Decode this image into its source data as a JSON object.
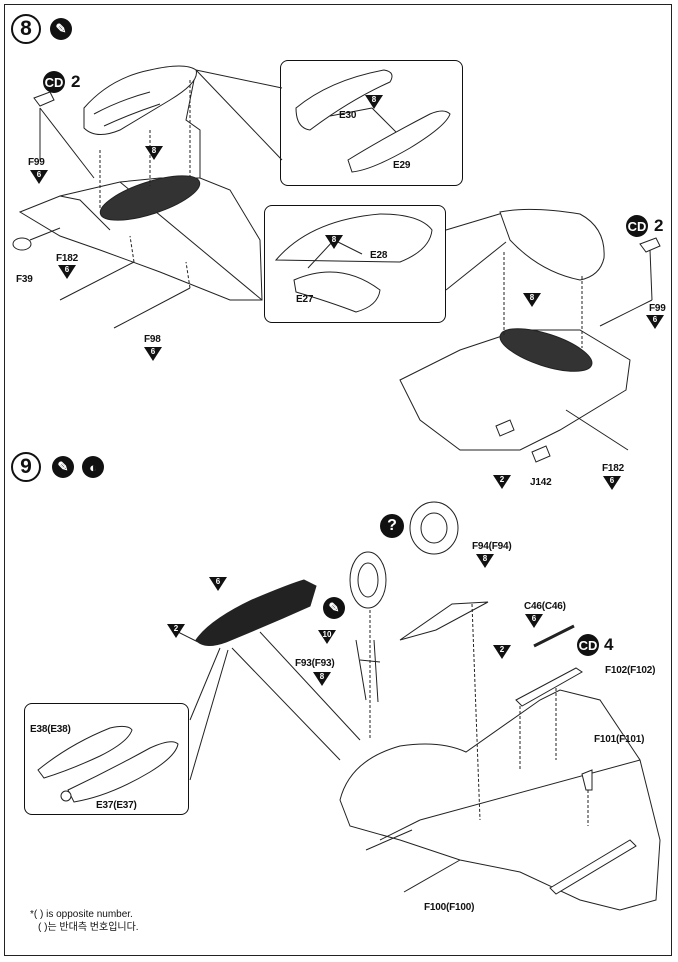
{
  "steps": [
    {
      "number": "8",
      "qty_left": "2",
      "qty_right": "2"
    },
    {
      "number": "9",
      "qty": "4"
    }
  ],
  "parts": {
    "F99_left": "F99",
    "F182_left": "F182",
    "F39": "F39",
    "F98": "F98",
    "E30": "E30",
    "E29": "E29",
    "E28": "E28",
    "E27": "E27",
    "F99_right": "F99",
    "J142": "J142",
    "F182_right": "F182",
    "F94": "F94(F94)",
    "C46": "C46(C46)",
    "F93": "F93(F93)",
    "F102": "F102(F102)",
    "F101": "F101(F101)",
    "F100": "F100(F100)",
    "E38": "E38(E38)",
    "E37": "E37(E37)"
  },
  "sprues": {
    "s2": "2",
    "s6": "6",
    "s8": "8",
    "s10": "10"
  },
  "footnote": {
    "en": "*( ) is opposite number.",
    "ko": "( )는 반대측 번호입니다."
  }
}
